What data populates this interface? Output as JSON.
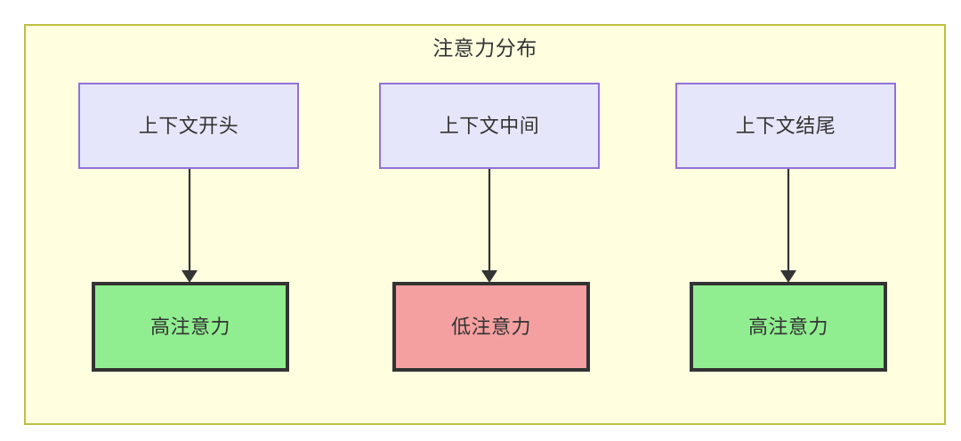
{
  "diagram": {
    "title": "注意力分布",
    "type": "flowchart",
    "background_color": "#ffffe0",
    "border_color": "#bfbf40",
    "nodes": [
      {
        "id": "context-start",
        "label": "上下文开头",
        "group": "context",
        "fill": "#e6e6fa",
        "stroke": "#9370db"
      },
      {
        "id": "context-middle",
        "label": "上下文中间",
        "group": "context",
        "fill": "#e6e6fa",
        "stroke": "#9370db"
      },
      {
        "id": "context-end",
        "label": "上下文结尾",
        "group": "context",
        "fill": "#e6e6fa",
        "stroke": "#9370db"
      },
      {
        "id": "attention-start",
        "label": "高注意力",
        "group": "attention",
        "fill": "#90ee90",
        "stroke": "#333333"
      },
      {
        "id": "attention-middle",
        "label": "低注意力",
        "group": "attention",
        "fill": "#f5a0a0",
        "stroke": "#333333"
      },
      {
        "id": "attention-end",
        "label": "高注意力",
        "group": "attention",
        "fill": "#90ee90",
        "stroke": "#333333"
      }
    ],
    "edges": [
      {
        "from": "context-start",
        "to": "attention-start",
        "style": "solid-arrow"
      },
      {
        "from": "context-middle",
        "to": "attention-middle",
        "style": "solid-arrow"
      },
      {
        "from": "context-end",
        "to": "attention-end",
        "style": "solid-arrow"
      }
    ],
    "edge_color": "#333333"
  }
}
